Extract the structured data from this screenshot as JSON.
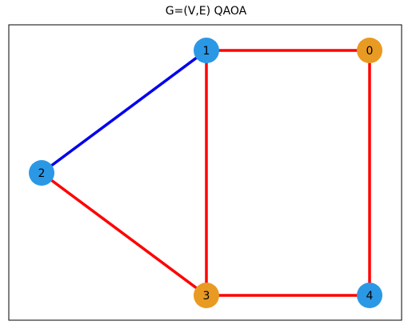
{
  "title": "G=(V,E) QAOA",
  "colors": {
    "node_partition_a": "#2b98e6",
    "node_partition_b": "#e89a22",
    "edge_cut": "#ff0000",
    "edge_uncut": "#0000ee",
    "frame": "#000000"
  },
  "graph": {
    "nodes": [
      {
        "id": "0",
        "partition": "b"
      },
      {
        "id": "1",
        "partition": "a"
      },
      {
        "id": "2",
        "partition": "a"
      },
      {
        "id": "3",
        "partition": "b"
      },
      {
        "id": "4",
        "partition": "a"
      }
    ],
    "edges": [
      {
        "source": "0",
        "target": "1",
        "cut": true
      },
      {
        "source": "0",
        "target": "4",
        "cut": true
      },
      {
        "source": "1",
        "target": "2",
        "cut": false
      },
      {
        "source": "1",
        "target": "3",
        "cut": true
      },
      {
        "source": "2",
        "target": "3",
        "cut": true
      },
      {
        "source": "3",
        "target": "4",
        "cut": true
      }
    ]
  }
}
